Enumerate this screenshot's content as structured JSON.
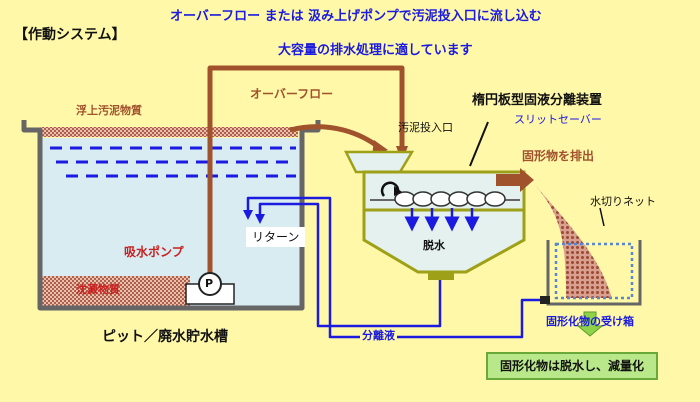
{
  "title": "【作動システム】",
  "headline_1": "オーバーフロー または 汲み上げポンプで汚泥投入口に流し込む",
  "headline_2": "大容量の排水処理に適しています",
  "labels": {
    "floating_sludge": "浮上汚泥物質",
    "overflow": "オーバーフロー",
    "sludge_inlet": "汚泥投入口",
    "separator": "楕円板型固液分離装置",
    "slit_saver": "スリットセーバー",
    "discharge_solids": "固形物を排出",
    "drain_net": "水切りネット",
    "return": "リターン",
    "suction_pump": "吸水ポンプ",
    "pump_mark": "P",
    "sediment": "沈澱物質",
    "dewatering": "脱水",
    "pit_tank": "ピット／廃水貯水槽",
    "separated_liquid": "分離液",
    "solids_box": "固形化物の受け箱",
    "result": "固形化物は脱水し、減量化"
  },
  "colors": {
    "background": "#fff8a8",
    "tank_wall": "#666666",
    "water": "#d8ecf2",
    "overflow_pipe": "#a0522d",
    "separator_line": "#9ea018",
    "separator_fill": "#e4f1ee",
    "return_pipe": "#1a1ae0",
    "sludge": "#b06048",
    "title_blue": "#1a1ae0",
    "label_brown": "#a0522d",
    "label_red": "#c82020",
    "result_green": "#8ed24a"
  }
}
